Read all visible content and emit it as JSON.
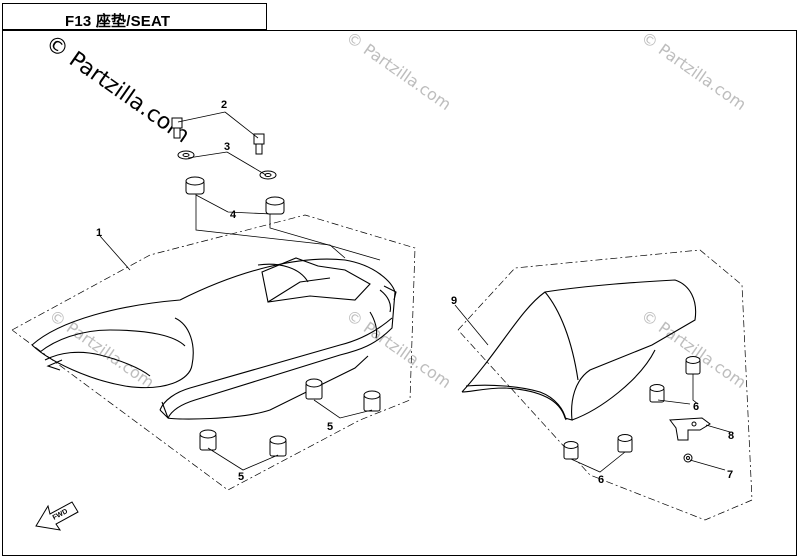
{
  "header": {
    "title": "F13 座垫/SEAT"
  },
  "watermark": {
    "text": "© Partzilla.com"
  },
  "callouts": [
    "1",
    "2",
    "3",
    "4",
    "5",
    "5",
    "6",
    "6",
    "7",
    "8",
    "9"
  ],
  "fwd_icon": {
    "label": "FWD"
  },
  "colors": {
    "line": "#000000",
    "watermark_faint": "#bdbdbd",
    "background": "#ffffff"
  }
}
